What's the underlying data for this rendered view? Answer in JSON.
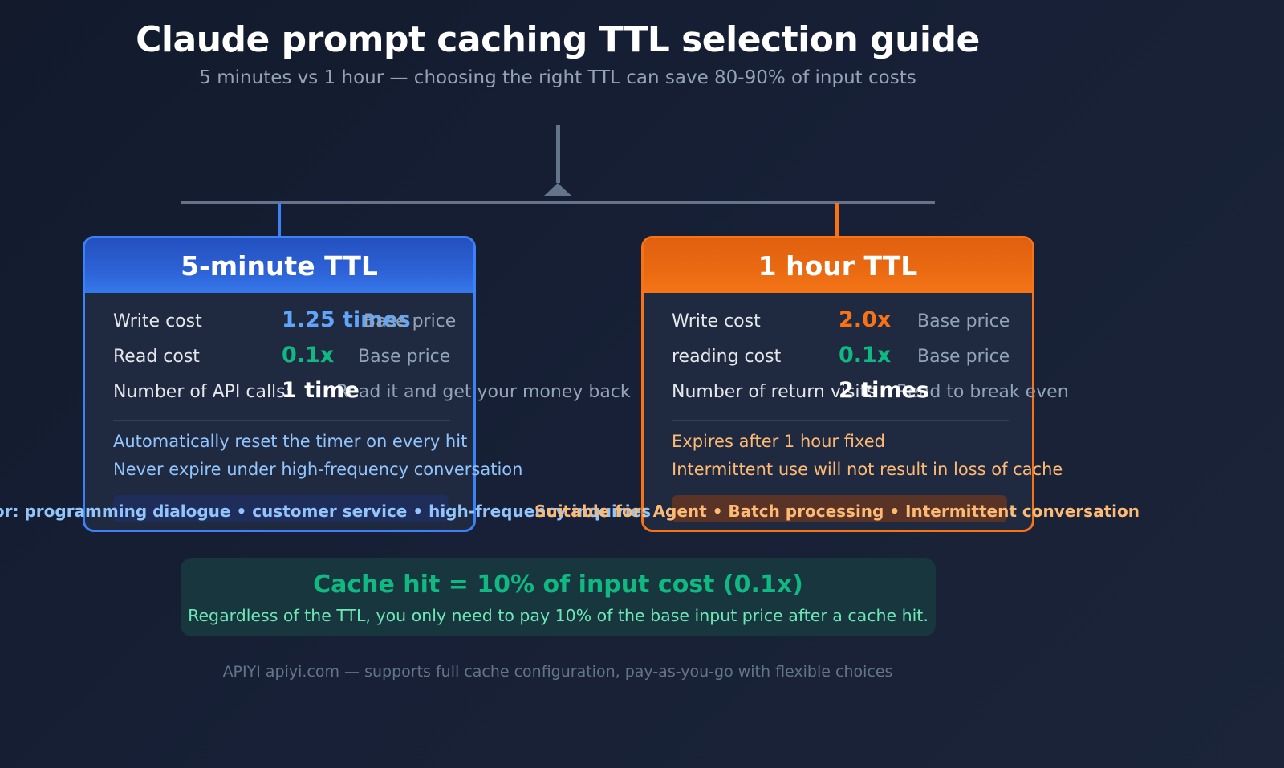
{
  "header": {
    "title": "Claude prompt caching TTL selection guide",
    "subtitle": "5 minutes vs 1 hour — choosing the right TTL can save 80-90% of input costs"
  },
  "colors": {
    "background": "#151d30",
    "connector": "#64748b",
    "blue_accent": "#3b82f6",
    "orange_accent": "#f97316",
    "green_accent": "#10b981"
  },
  "cards": [
    {
      "title": "5-minute TTL",
      "rows": [
        {
          "label": "Write cost",
          "value": "1.25 times",
          "unit": "Base price",
          "value_color": "#60a5fa"
        },
        {
          "label": "Read cost",
          "value": "0.1x",
          "unit": "Base price",
          "value_color": "#10b981"
        },
        {
          "label": "Number of API calls:",
          "value": "1 time",
          "unit": "Read it and get your money back",
          "value_color": "#ffffff"
        }
      ],
      "notes": [
        "Automatically reset the timer on every hit",
        "Never expire under high-frequency conversation"
      ],
      "suitable": "Suitable for: programming dialogue  •  customer service  •  high-frequency inquiries"
    },
    {
      "title": "1 hour TTL",
      "rows": [
        {
          "label": "Write cost",
          "value": "2.0x",
          "unit": "Base price",
          "value_color": "#f97316"
        },
        {
          "label": "reading cost",
          "value": "0.1x",
          "unit": "Base price",
          "value_color": "#10b981"
        },
        {
          "label": "Number of return visits",
          "value": "2 times",
          "unit": "Read to break even",
          "value_color": "#ffffff"
        }
      ],
      "notes": [
        "Expires after 1 hour fixed",
        "Intermittent use will not result in loss of cache"
      ],
      "suitable": "Suitable for: Agent  •  Batch processing  •  Intermittent conversation"
    }
  ],
  "cache_hit": {
    "title": "Cache hit = 10% of input cost (0.1x)",
    "subtitle": "Regardless of the TTL, you only need to pay 10% of the base input price after a cache hit."
  },
  "footer": "APIYI apiyi.com — supports full cache configuration, pay-as-you-go with flexible choices"
}
